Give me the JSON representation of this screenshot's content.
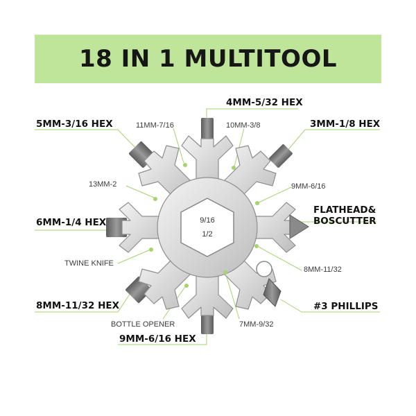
{
  "title": "18 IN 1 MULTITOOL",
  "colors": {
    "banner": "#bfe59b",
    "leader": "#a6d36c",
    "steel_light": "#ececec",
    "steel_mid": "#bdbdbd",
    "steel_dark": "#6e6e6e"
  },
  "center": {
    "top": "9/16",
    "bottom": "1/2"
  },
  "bold_labels": {
    "hex_4mm": "4MM-5/32 HEX",
    "hex_5mm": "5MM-3/16 HEX",
    "hex_3mm": "3MM-1/8 HEX",
    "hex_6mm": "6MM-1/4 HEX",
    "flathead_1": "FLATHEAD&",
    "flathead_2": "BOSCUTTER",
    "hex_8mm": "8MM-11/32 HEX",
    "phillips": "#3 PHILLIPS",
    "hex_9mm": "9MM-6/16 HEX"
  },
  "thin_labels": {
    "w11mm": "11MM-7/16",
    "w10mm": "10MM-3/8",
    "w13mm": "13MM-2",
    "w9mm": "9MM-6/16",
    "w8mm": "8MM-11/32",
    "twine": "TWINE KNIFE",
    "bottle": "BOTTLE OPENER",
    "w7mm": "7MM-9/32"
  }
}
